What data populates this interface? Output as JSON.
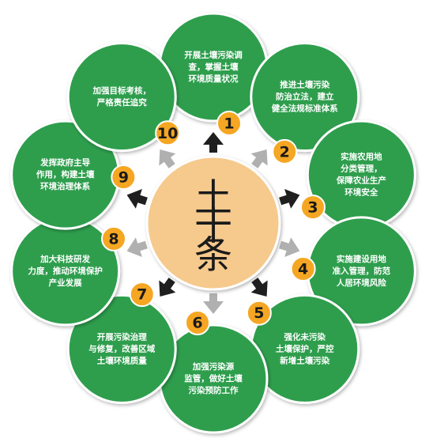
{
  "colors": {
    "circle_fill": "#2e9e4e",
    "circle_stroke": "#ffffff",
    "center_fill": "#f6c98c",
    "center_stroke": "#ffffff",
    "badge_fill": "#f5a623",
    "arrow_dark": "#1f1f1f",
    "arrow_light": "#b0b0b0"
  },
  "center": {
    "lines": [
      "土",
      "十",
      "条"
    ]
  },
  "items": [
    {
      "number": "1",
      "lines": [
        "开展土壤污染调",
        "查，掌握土壤",
        "环境质量状况"
      ],
      "arrow": "dark"
    },
    {
      "number": "2",
      "lines": [
        "推进土壤污染",
        "防治立法，建立",
        "健全法规标准体系"
      ],
      "arrow": "light"
    },
    {
      "number": "3",
      "lines": [
        "实施农用地",
        "分类管理，",
        "保障农业生产",
        "环境安全"
      ],
      "arrow": "dark"
    },
    {
      "number": "4",
      "lines": [
        "实施建设用地",
        "准入管理，防范",
        "人居环境风险"
      ],
      "arrow": "light"
    },
    {
      "number": "5",
      "lines": [
        "强化未污染",
        "土壤保护，严控",
        "新增土壤污染"
      ],
      "arrow": "dark"
    },
    {
      "number": "6",
      "lines": [
        "加强污染源",
        "监管，做好土壤",
        "污染预防工作"
      ],
      "arrow": "light"
    },
    {
      "number": "7",
      "lines": [
        "开展污染治理",
        "与修复，改善区域",
        "土壤环境质量"
      ],
      "arrow": "dark"
    },
    {
      "number": "8",
      "lines": [
        "加大科技研发",
        "力度，推动环境保护",
        "产业发展"
      ],
      "arrow": "light"
    },
    {
      "number": "9",
      "lines": [
        "发挥政府主导",
        "作用，构建土壤",
        "环境治理体系"
      ],
      "arrow": "dark"
    },
    {
      "number": "10",
      "lines": [
        "加强目标考核，",
        "严格责任追究"
      ],
      "arrow": "light"
    }
  ]
}
